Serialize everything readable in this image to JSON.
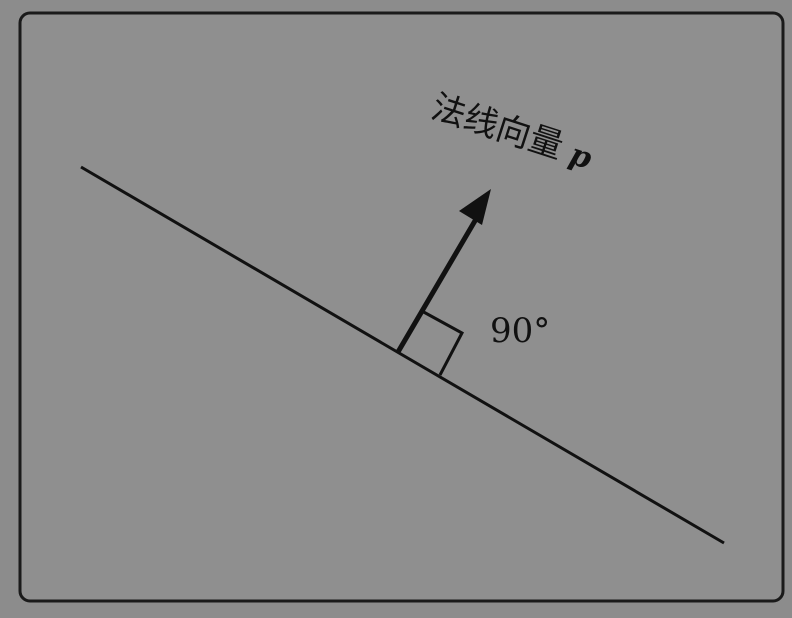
{
  "diagram": {
    "normal_label": "法线向量",
    "vector_symbol": "p",
    "angle_label": "90°",
    "colors": {
      "background": "#8c8c8c",
      "frame_fill": "#8f8f8f",
      "ink": "#111111"
    }
  }
}
